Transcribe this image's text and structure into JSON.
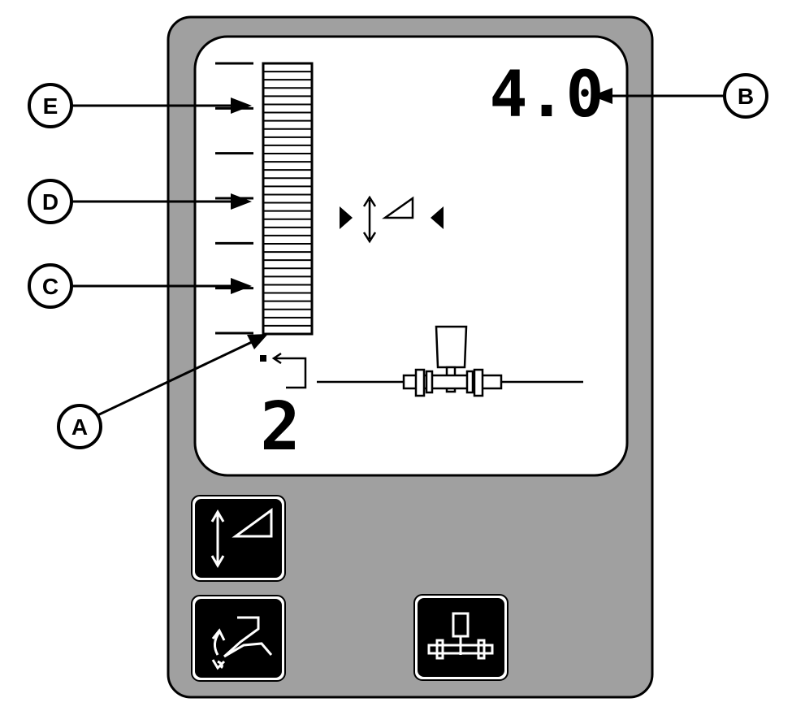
{
  "colors": {
    "housing": "#a0a0a0",
    "screen": "#ffffff",
    "ink": "#000000",
    "button_face": "#000000",
    "button_glyph": "#ffffff"
  },
  "display": {
    "value_readout": "4.0",
    "gear_number": "2",
    "bar_segments_lit": 33,
    "tick_marks": 7
  },
  "callouts": {
    "a": "A",
    "b": "B",
    "c": "C",
    "d": "D",
    "e": "E"
  },
  "icons": {
    "mode_indicator": "lift-arrows-wedge-icon",
    "hitch": "hitch-drawbar-icon",
    "return_marker": "return-arrow-icon",
    "button_1": "lift-wedge-button-icon",
    "button_2": "hitch-linkage-button-icon",
    "button_3": "hitch-select-button-icon"
  }
}
